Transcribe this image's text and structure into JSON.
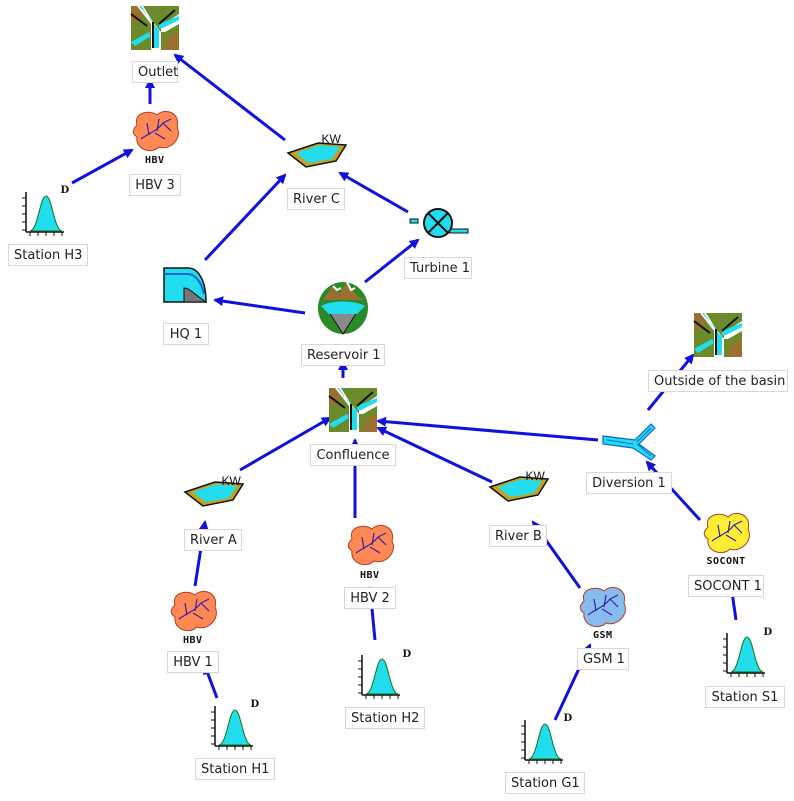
{
  "diagram": {
    "nodes": [
      {
        "id": "outlet",
        "type": "junction",
        "label": "Outlet"
      },
      {
        "id": "hbv3",
        "type": "hbv",
        "label": "HBV 3",
        "tag": "HBV"
      },
      {
        "id": "riverC",
        "type": "river",
        "label": "River C",
        "tag": "KW"
      },
      {
        "id": "stationH3",
        "type": "station",
        "label": "Station H3",
        "tag": "D"
      },
      {
        "id": "turbine1",
        "type": "turbine",
        "label": "Turbine 1"
      },
      {
        "id": "hq1",
        "type": "hq",
        "label": "HQ 1"
      },
      {
        "id": "reservoir1",
        "type": "reservoir",
        "label": "Reservoir 1"
      },
      {
        "id": "outside",
        "type": "junction",
        "label": "Outside of the basin"
      },
      {
        "id": "confluence",
        "type": "junction",
        "label": "Confluence"
      },
      {
        "id": "diversion1",
        "type": "diversion",
        "label": "Diversion 1"
      },
      {
        "id": "riverA",
        "type": "river",
        "label": "River A",
        "tag": "KW"
      },
      {
        "id": "riverB",
        "type": "river",
        "label": "River B",
        "tag": "KW"
      },
      {
        "id": "hbv2",
        "type": "hbv",
        "label": "HBV 2",
        "tag": "HBV"
      },
      {
        "id": "socont1",
        "type": "socont",
        "label": "SOCONT 1",
        "tag": "SOCONT"
      },
      {
        "id": "hbv1",
        "type": "hbv",
        "label": "HBV 1",
        "tag": "HBV"
      },
      {
        "id": "gsm1",
        "type": "gsm",
        "label": "GSM 1",
        "tag": "GSM"
      },
      {
        "id": "stationH2",
        "type": "station",
        "label": "Station H2",
        "tag": "D"
      },
      {
        "id": "stationS1",
        "type": "station",
        "label": "Station S1",
        "tag": "D"
      },
      {
        "id": "stationH1",
        "type": "station",
        "label": "Station H1",
        "tag": "D"
      },
      {
        "id": "stationG1",
        "type": "station",
        "label": "Station G1",
        "tag": "D"
      }
    ],
    "edges": [
      {
        "from": "hbv3",
        "to": "outlet"
      },
      {
        "from": "riverC",
        "to": "outlet"
      },
      {
        "from": "stationH3",
        "to": "hbv3"
      },
      {
        "from": "turbine1",
        "to": "riverC"
      },
      {
        "from": "hq1",
        "to": "riverC"
      },
      {
        "from": "reservoir1",
        "to": "turbine1"
      },
      {
        "from": "reservoir1",
        "to": "hq1"
      },
      {
        "from": "confluence",
        "to": "reservoir1"
      },
      {
        "from": "riverA",
        "to": "confluence"
      },
      {
        "from": "hbv2",
        "to": "confluence"
      },
      {
        "from": "riverB",
        "to": "confluence"
      },
      {
        "from": "diversion1",
        "to": "confluence"
      },
      {
        "from": "diversion1",
        "to": "outside"
      },
      {
        "from": "socont1",
        "to": "diversion1"
      },
      {
        "from": "hbv1",
        "to": "riverA"
      },
      {
        "from": "stationH1",
        "to": "hbv1"
      },
      {
        "from": "stationH2",
        "to": "hbv2"
      },
      {
        "from": "gsm1",
        "to": "riverB"
      },
      {
        "from": "stationG1",
        "to": "gsm1"
      },
      {
        "from": "stationS1",
        "to": "socont1"
      }
    ],
    "colors": {
      "edge": "#1111dd",
      "water": "#22ddee",
      "channel": "#c8a020",
      "hbv": "#ff8855",
      "gsm": "#88bbee",
      "socont": "#ffee33",
      "vein": "#3322aa",
      "grass": "#2a8a2a",
      "hq_gray": "#777777"
    }
  }
}
